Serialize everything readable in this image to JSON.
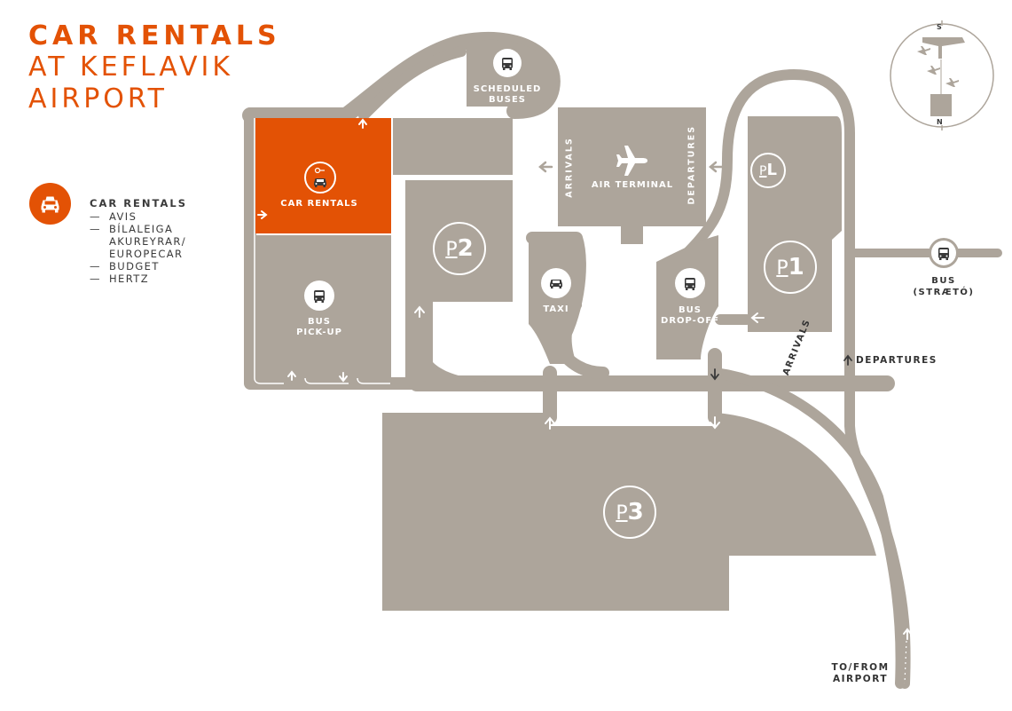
{
  "title": {
    "line1": "CAR RENTALS",
    "line2": "AT KEFLAVIK",
    "line3": "AIRPORT"
  },
  "legend": {
    "title": "CAR RENTALS",
    "icon": "car-rental-icon",
    "items": [
      {
        "dash": "—",
        "lines": [
          "AVIS"
        ]
      },
      {
        "dash": "—",
        "lines": [
          "BÍLALEIGA",
          "AKUREYRAR/",
          "EUROPECAR"
        ]
      },
      {
        "dash": "—",
        "lines": [
          "BUDGET"
        ]
      },
      {
        "dash": "—",
        "lines": [
          "HERTZ"
        ]
      }
    ]
  },
  "areas": {
    "scheduled_buses": {
      "line1": "SCHEDULED",
      "line2": "BUSES",
      "icon": "bus-icon"
    },
    "car_rentals": {
      "label": "CAR RENTALS",
      "icon": "car-rental-icon"
    },
    "bus_pickup": {
      "line1": "BUS",
      "line2": "PICK-UP",
      "icon": "bus-icon"
    },
    "air_terminal": {
      "label": "AIR TERMINAL",
      "arrivals": "ARRIVALS",
      "departures": "DEPARTURES",
      "icon": "airplane-icon"
    },
    "taxi": {
      "label": "TAXI",
      "icon": "taxi-icon"
    },
    "bus_dropoff": {
      "line1": "BUS",
      "line2": "DROP-OFF",
      "icon": "bus-icon"
    },
    "bus_straeto": {
      "line1": "BUS",
      "line2": "(STRÆTÓ)",
      "icon": "bus-icon"
    },
    "road_arrivals": "ARRIVALS",
    "road_departures": "DEPARTURES",
    "to_from": {
      "line1": "TO/FROM",
      "line2": "AIRPORT"
    }
  },
  "parking": {
    "p1": {
      "p": "P",
      "num": "1"
    },
    "p2": {
      "p": "P",
      "num": "2"
    },
    "p3": {
      "p": "P",
      "num": "3"
    },
    "pl": {
      "p": "P",
      "num": "L"
    }
  },
  "compass": {
    "south": "S",
    "north": "N"
  },
  "colors": {
    "accent": "#e35205",
    "area": "#ada59b",
    "road": "#ada59b",
    "text": "#3a3a3a"
  }
}
